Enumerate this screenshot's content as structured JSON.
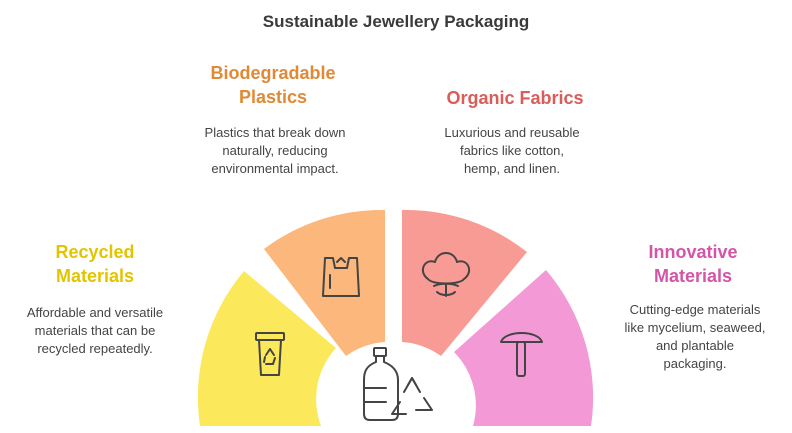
{
  "title": "Sustainable Jewellery Packaging",
  "colors": {
    "recycled": "#fbe95b",
    "biodegradable": "#fbb77c",
    "organic": "#f99b95",
    "innovative": "#f39ad6",
    "recycled_text": "#e2c400",
    "biodegradable_text": "#e08a36",
    "organic_text": "#db5d59",
    "innovative_text": "#d455a7",
    "stroke": "#444444"
  },
  "segments": [
    {
      "id": "recycled",
      "heading": "Recycled\nMaterials",
      "description": "Affordable and versatile\nmaterials that can be\nrecycled repeatedly.",
      "icon": "recycle-bin-icon"
    },
    {
      "id": "biodegradable",
      "heading": "Biodegradable\nPlastics",
      "description": "Plastics that break down\nnaturally, reducing\nenvironmental impact.",
      "icon": "plastic-bag-icon"
    },
    {
      "id": "organic",
      "heading": "Organic Fabrics",
      "description": "Luxurious and reusable\nfabrics like cotton,\nhemp, and linen.",
      "icon": "cotton-flower-icon"
    },
    {
      "id": "innovative",
      "heading": "Innovative\nMaterials",
      "description": "Cutting-edge materials\nlike mycelium, seaweed,\nand plantable\npackaging.",
      "icon": "mushroom-icon"
    }
  ],
  "center_icon": "recycled-bottle-icon"
}
